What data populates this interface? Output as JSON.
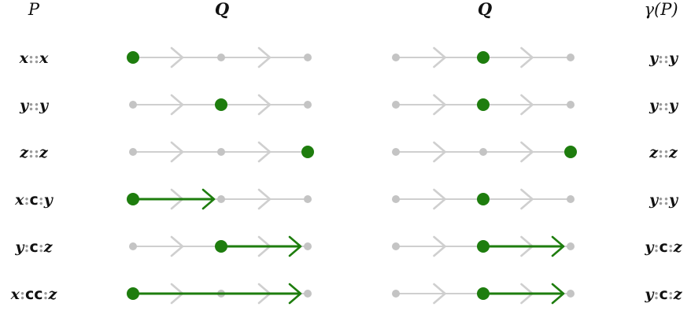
{
  "headers": {
    "p": "P",
    "q_left": "Q",
    "q_right": "Q",
    "gamma": "γ(P)"
  },
  "separator": ":",
  "colors": {
    "track": "#cfcfcf",
    "node": "#c4c4c4",
    "highlight": "#1e7d0e",
    "text": "#111111",
    "separator": "#9a9a9a"
  },
  "rows": [
    {
      "p": {
        "start": "x",
        "mid": "",
        "end": "x"
      },
      "left": {
        "point": 0,
        "arrow": null
      },
      "right": {
        "point": 1,
        "arrow": null
      },
      "gamma": {
        "start": "y",
        "mid": "",
        "end": "y"
      }
    },
    {
      "p": {
        "start": "y",
        "mid": "",
        "end": "y"
      },
      "left": {
        "point": 1,
        "arrow": null
      },
      "right": {
        "point": 1,
        "arrow": null
      },
      "gamma": {
        "start": "y",
        "mid": "",
        "end": "y"
      }
    },
    {
      "p": {
        "start": "z",
        "mid": "",
        "end": "z"
      },
      "left": {
        "point": 2,
        "arrow": null
      },
      "right": {
        "point": 2,
        "arrow": null
      },
      "gamma": {
        "start": "z",
        "mid": "",
        "end": "z"
      }
    },
    {
      "p": {
        "start": "x",
        "mid": "c",
        "end": "y"
      },
      "left": {
        "point": 0,
        "arrow": [
          0,
          1
        ]
      },
      "right": {
        "point": 1,
        "arrow": null
      },
      "gamma": {
        "start": "y",
        "mid": "",
        "end": "y"
      }
    },
    {
      "p": {
        "start": "y",
        "mid": "c",
        "end": "z"
      },
      "left": {
        "point": 1,
        "arrow": [
          1,
          2
        ]
      },
      "right": {
        "point": 1,
        "arrow": [
          1,
          2
        ]
      },
      "gamma": {
        "start": "y",
        "mid": "c",
        "end": "z"
      }
    },
    {
      "p": {
        "start": "x",
        "mid": "cc",
        "end": "z"
      },
      "left": {
        "point": 0,
        "arrow": [
          0,
          2
        ]
      },
      "right": {
        "point": 1,
        "arrow": [
          1,
          2
        ]
      },
      "gamma": {
        "start": "y",
        "mid": "c",
        "end": "z"
      }
    }
  ]
}
